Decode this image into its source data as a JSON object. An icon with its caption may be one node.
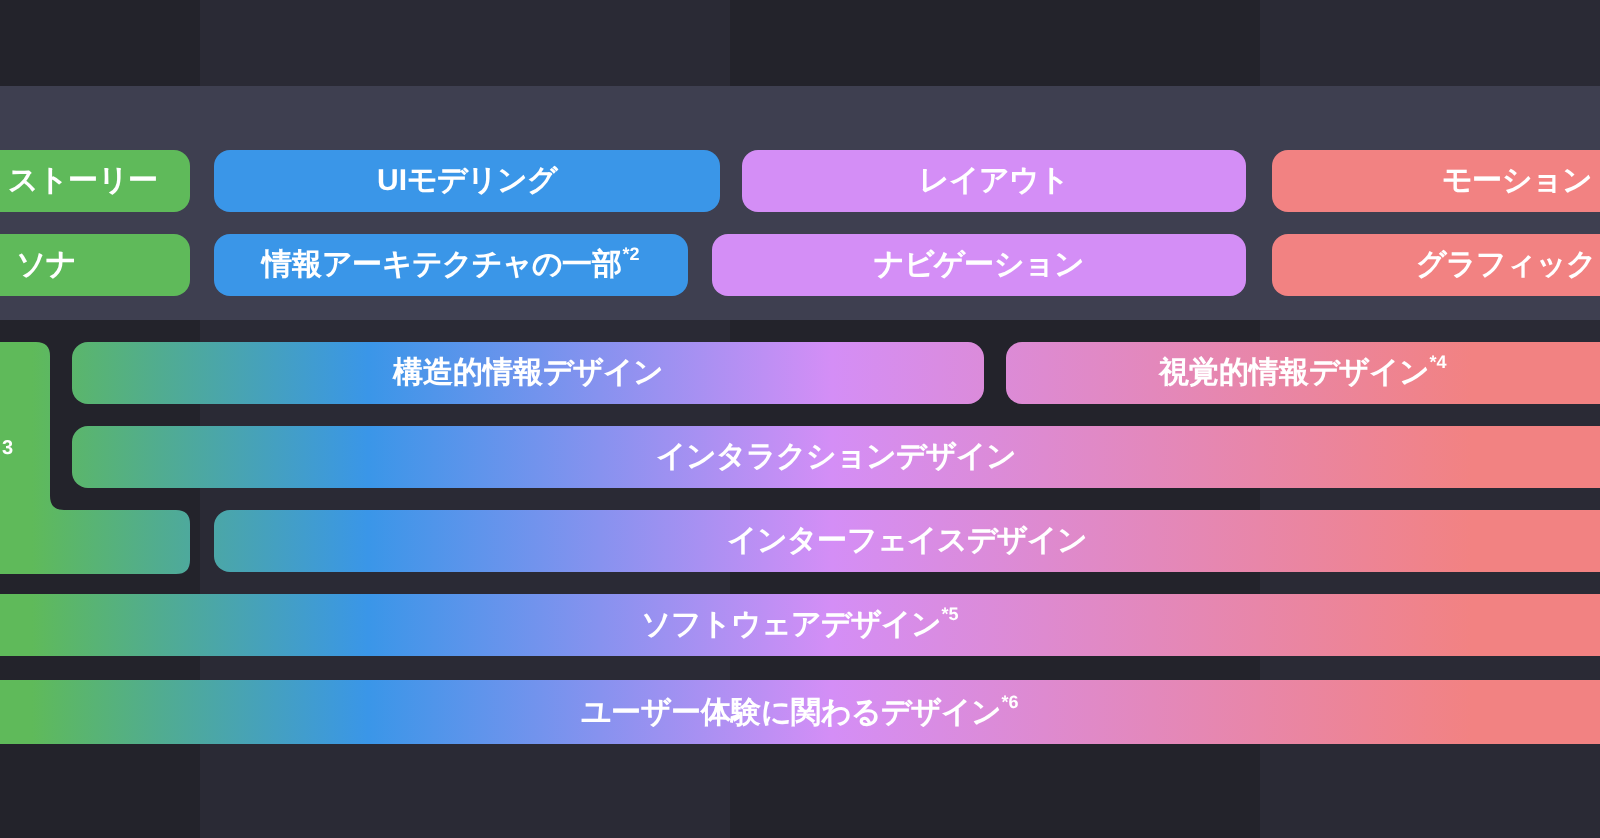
{
  "diagram": {
    "nodes": [
      {
        "text": [],
        "shape": "band"
      },
      {
        "text": [
          "ストーリー"
        ],
        "in": 0
      },
      {
        "text": [
          "UIモデリング"
        ],
        "in": 0
      },
      {
        "text": [
          "レイアウト"
        ],
        "in": 0
      },
      {
        "text": [
          "モーション"
        ],
        "in": 0
      },
      {
        "text": [
          "ソナ"
        ],
        "in": 0
      },
      {
        "text": [
          "情報アーキテクチャの一部$^{*2}$"
        ],
        "in": 0
      },
      {
        "text": [
          "ナビゲーション"
        ],
        "in": 0
      },
      {
        "text": [
          "グラフィック"
        ],
        "in": 0
      },
      {
        "text": [
          "3"
        ]
      },
      {
        "text": [
          "構造的情報デザイン"
        ]
      },
      {
        "text": [
          "視覚的情報デザイン$^{*4}$"
        ]
      },
      {
        "text": [
          "インタラクションデザイン"
        ]
      },
      {
        "text": [
          "インターフェイスデザイン"
        ]
      },
      {
        "text": [
          "ソフトウェアデザイン$^{*5}$"
        ]
      },
      {
        "text": [
          "ユーザー体験に関わるデザイン$^{*6}$"
        ]
      }
    ]
  }
}
